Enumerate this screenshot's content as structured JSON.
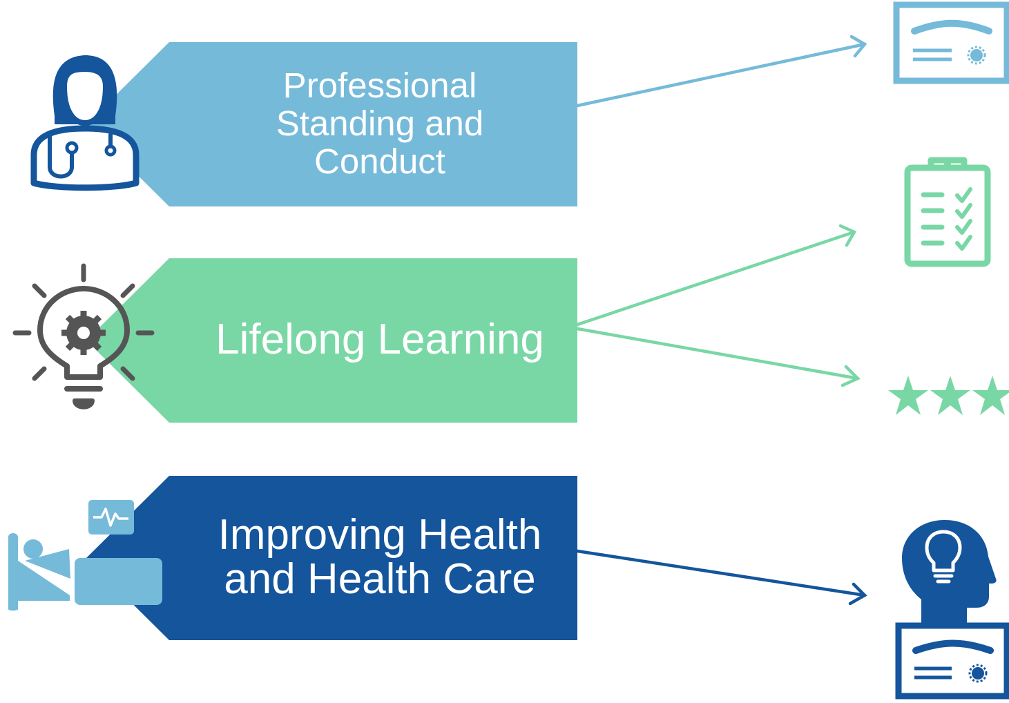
{
  "colors": {
    "light_blue": "#75bad9",
    "green": "#79d7a5",
    "dark_blue": "#14559c",
    "gray": "#555555"
  },
  "tags": [
    {
      "id": "professional",
      "lines": [
        "Professional",
        "Standing and",
        "Conduct"
      ],
      "color": "light_blue",
      "icon": "doctor-icon"
    },
    {
      "id": "lifelong",
      "lines": [
        "Lifelong Learning"
      ],
      "color": "green",
      "icon": "lightbulb-gear-icon"
    },
    {
      "id": "improving",
      "lines": [
        "Improving Health",
        "and Health Care"
      ],
      "color": "dark_blue",
      "icon": "hospital-bed-icon"
    }
  ],
  "outcomes": [
    {
      "icon": "certificate-icon",
      "color": "light_blue"
    },
    {
      "icon": "clipboard-checklist-icon",
      "color": "green"
    },
    {
      "icon": "three-stars-icon",
      "color": "green"
    },
    {
      "icon": "head-lightbulb-certificate-icon",
      "color": "dark_blue"
    }
  ]
}
